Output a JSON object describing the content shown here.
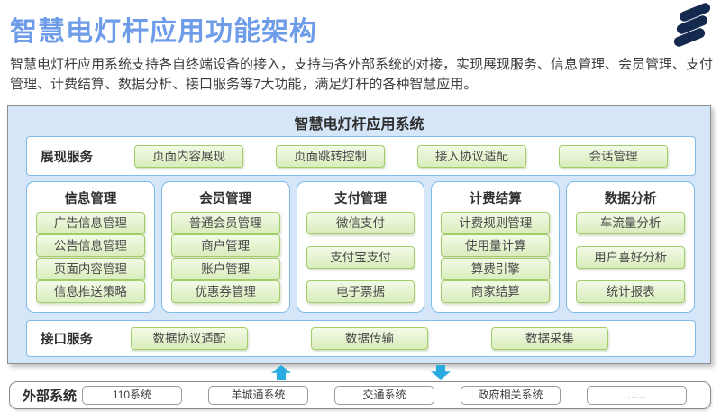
{
  "page": {
    "title": "智慧电灯杆应用功能架构",
    "description": "智慧电灯杆应用系统支持各自终端设备的接入，支持与各外部系统的对接，实现展现服务、信息管理、会员管理、支付管理、计费结算、数据分析、接口服务等7大功能，满足灯杆的各种智慧应用。"
  },
  "logo": {
    "name": "ericsson-logo"
  },
  "system": {
    "title": "智慧电灯杆应用系统",
    "presentation_row": {
      "label": "展现服务",
      "items": [
        "页面内容展现",
        "页面跳转控制",
        "接入协议适配",
        "会话管理"
      ]
    },
    "columns": [
      {
        "title": "信息管理",
        "items": [
          "广告信息管理",
          "公告信息管理",
          "页面内容管理",
          "信息推送策略"
        ]
      },
      {
        "title": "会员管理",
        "items": [
          "普通会员管理",
          "商户管理",
          "账户管理",
          "优惠券管理"
        ]
      },
      {
        "title": "支付管理",
        "items": [
          "微信支付",
          "支付宝支付",
          "电子票据"
        ]
      },
      {
        "title": "计费结算",
        "items": [
          "计费规则管理",
          "使用量计算",
          "算费引擎",
          "商家结算"
        ]
      },
      {
        "title": "数据分析",
        "items": [
          "车流量分析",
          "用户喜好分析",
          "统计报表"
        ]
      }
    ],
    "interface_row": {
      "label": "接口服务",
      "items": [
        "数据协议适配",
        "数据传输",
        "数据采集"
      ]
    }
  },
  "external": {
    "label": "外部系统",
    "items": [
      "110系统",
      "羊城通系统",
      "交通系统",
      "政府相关系统",
      "......"
    ]
  },
  "colors": {
    "title_blue": "#6e9ce8",
    "panel_bg": "#d4e6f7",
    "panel_border": "#8f8f8f",
    "inner_border_blue": "#7fbce9",
    "button_green_bg_top": "#f2fae6",
    "button_green_bg_bottom": "#d9edbc",
    "button_green_border": "#a2cd68",
    "arrow_blue": "#29abe2",
    "logo_navy": "#14294e"
  }
}
